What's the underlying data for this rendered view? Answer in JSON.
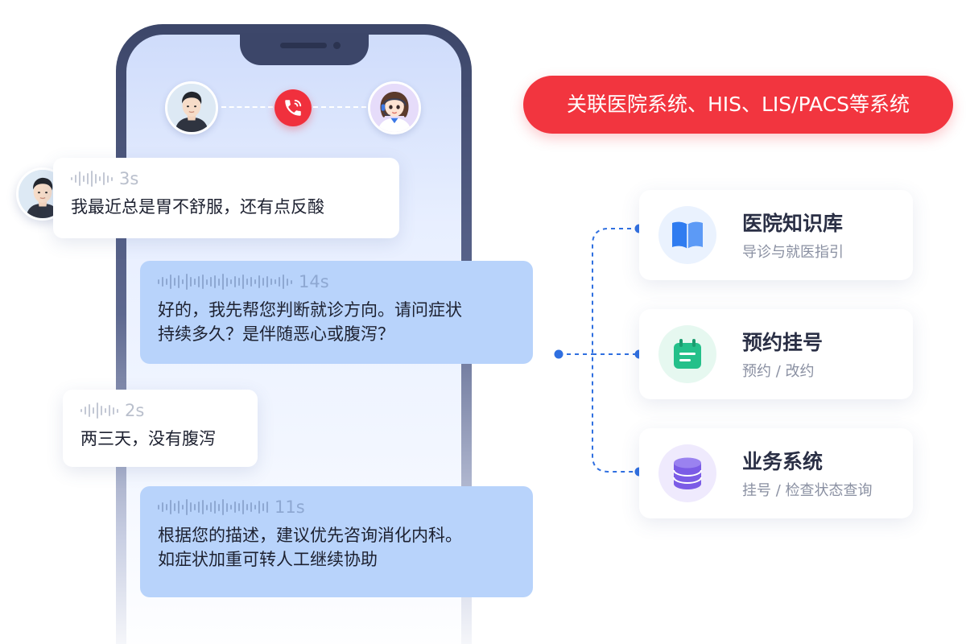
{
  "banner": {
    "text": "关联医院系统、HIS、LIS/PACS等系统"
  },
  "messages": [
    {
      "role": "user",
      "duration": "3s",
      "text": "我最近总是胃不舒服，还有点反酸"
    },
    {
      "role": "assistant",
      "duration": "14s",
      "text": "好的，我先帮您判断就诊方向。请问症状\n持续多久？是伴随恶心或腹泻？"
    },
    {
      "role": "user",
      "duration": "2s",
      "text": "两三天，没有腹泻"
    },
    {
      "role": "assistant",
      "duration": "11s",
      "text": "根据您的描述，建议优先咨询消化内科。\n如症状加重可转人工继续协助"
    }
  ],
  "features": [
    {
      "title": "医院知识库",
      "subtitle": "导诊与就医指引",
      "icon": "book-icon",
      "color": "#2f7cf0"
    },
    {
      "title": "预约挂号",
      "subtitle": "预约 /  改约",
      "icon": "calendar-icon",
      "color": "#24c08a"
    },
    {
      "title": "业务系统",
      "subtitle": "挂号 / 检查状态查询",
      "icon": "database-icon",
      "color": "#7b5ce6"
    }
  ],
  "colors": {
    "accent_red": "#f2353f",
    "user_bubble": "#ffffff",
    "assistant_bubble": "#b8d3fb",
    "connector": "#2f6fe0"
  },
  "icons": {
    "call": "phone-call-icon",
    "user_avatar": "user-avatar",
    "agent_avatar": "agent-avatar"
  }
}
